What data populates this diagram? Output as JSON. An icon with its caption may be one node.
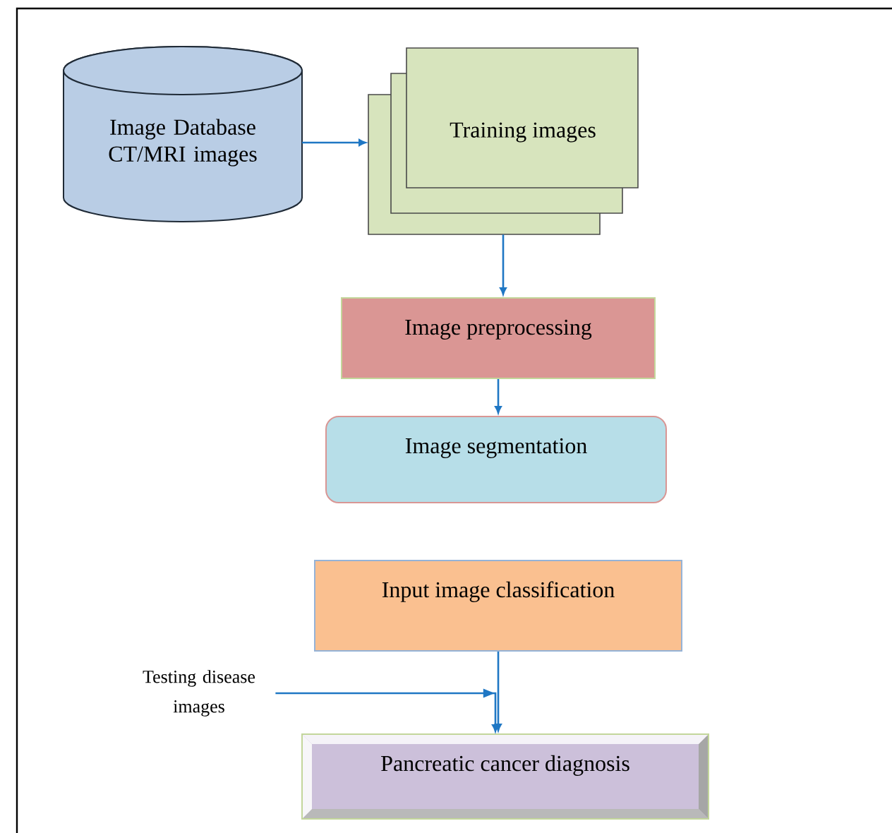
{
  "diagram": {
    "nodes": [
      {
        "text": [
          "Image Database CT/MRI images"
        ]
      },
      {
        "text": [
          "Training images"
        ]
      },
      {
        "text": [
          "Image preprocessing"
        ]
      },
      {
        "text": [
          "Image segmentation"
        ]
      },
      {
        "text": [
          "Input image classification"
        ]
      },
      {
        "text": [
          "Testing disease images"
        ]
      },
      {
        "text": [
          "Pancreatic cancer diagnosis"
        ]
      }
    ],
    "edges": [
      {
        "from": 0,
        "to": 1,
        "arrow": "to"
      },
      {
        "from": 1,
        "to": 2,
        "arrow": "to"
      },
      {
        "from": 2,
        "to": 3,
        "arrow": "to"
      },
      {
        "from": 4,
        "to": 6,
        "arrow": "to"
      },
      {
        "from": 5,
        "to": 6,
        "arrow": "to"
      }
    ]
  }
}
